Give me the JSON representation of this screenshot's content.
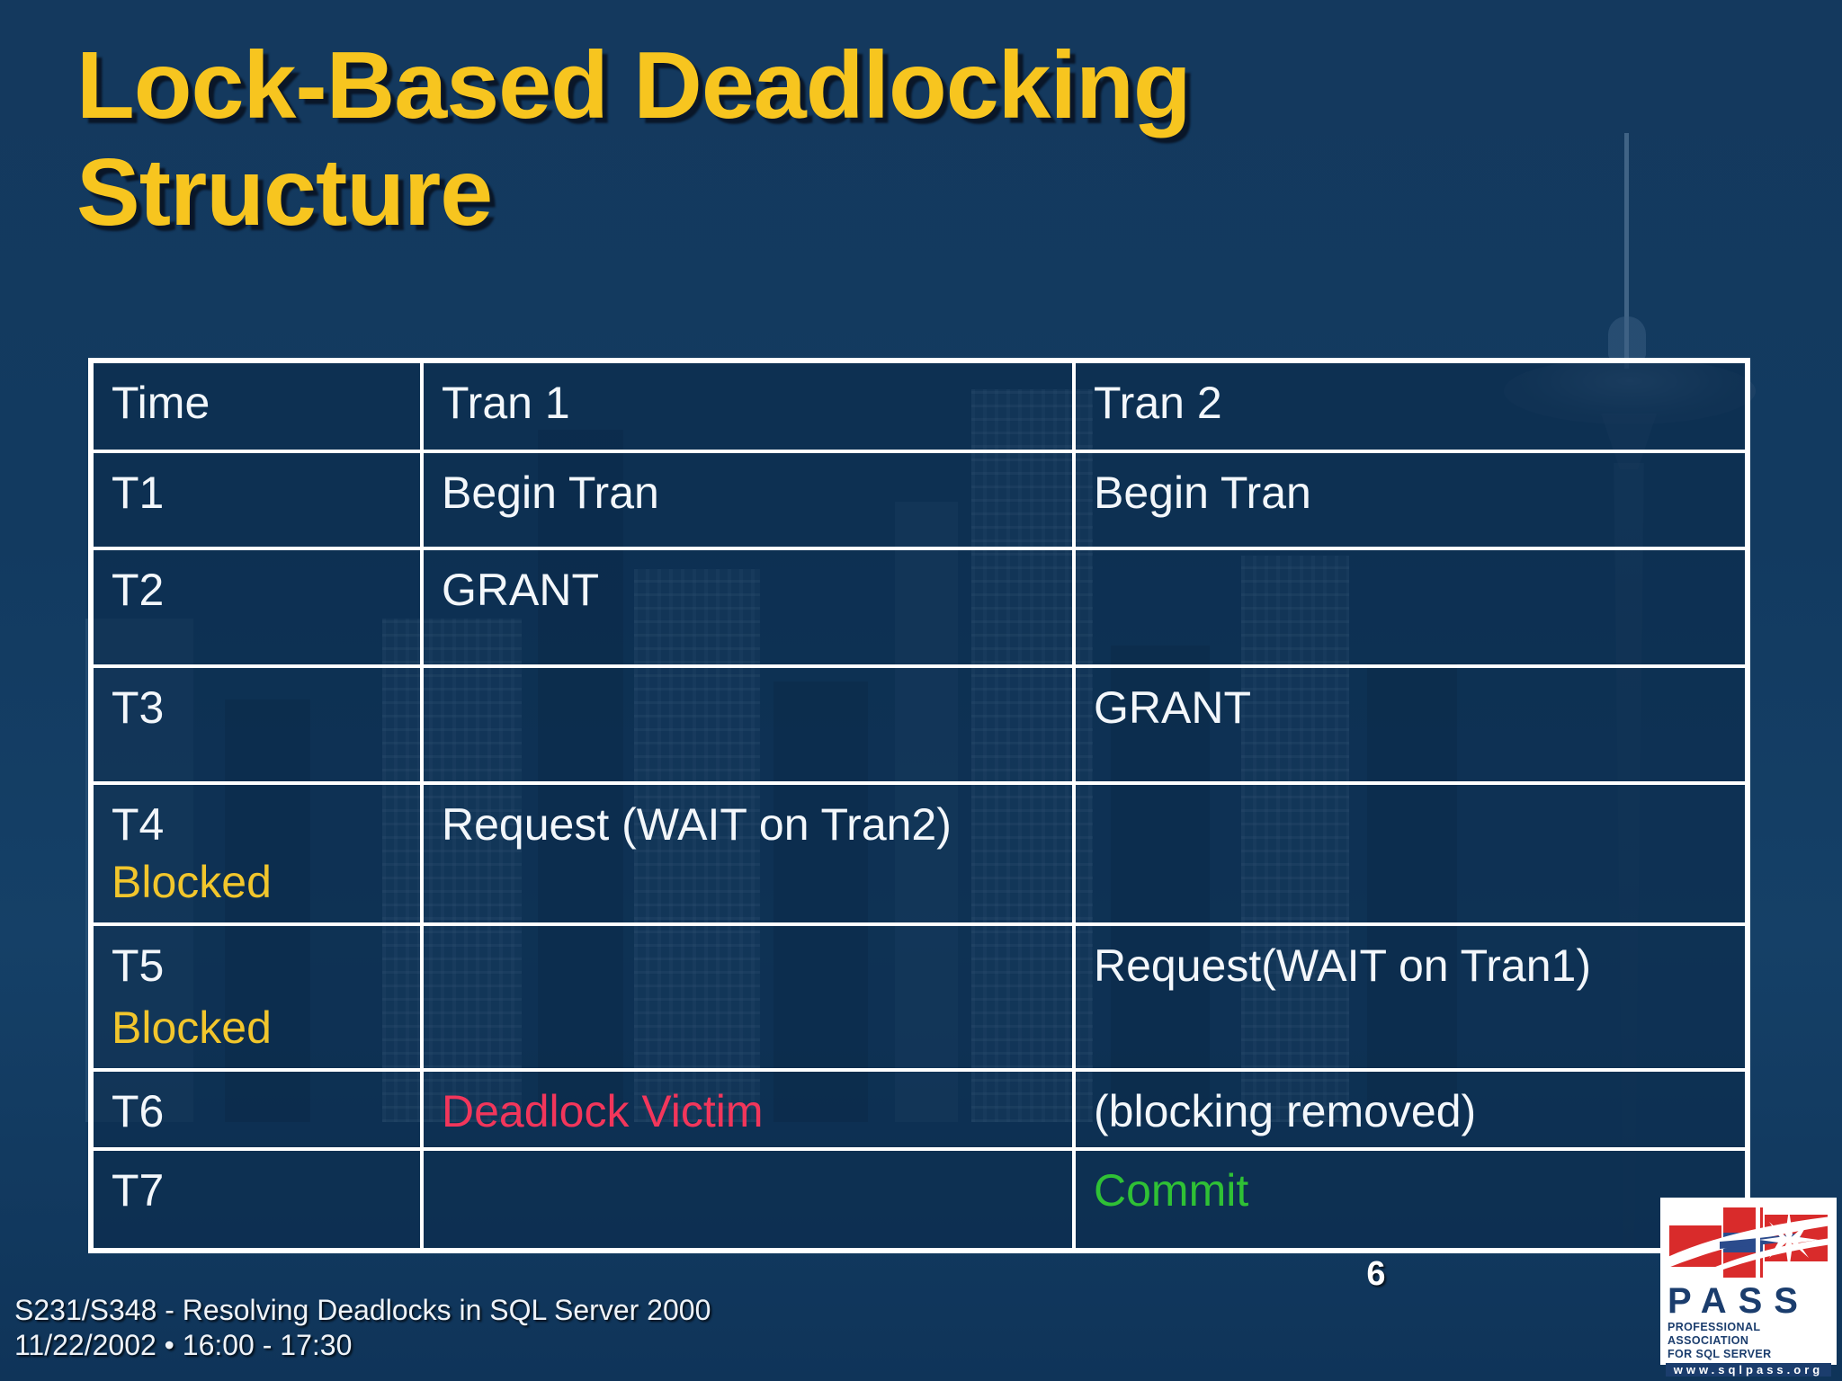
{
  "slide": {
    "title_line1": "Lock-Based Deadlocking",
    "title_line2": "Structure",
    "page_number": "6",
    "footer_line1": "S231/S348 - Resolving Deadlocks in SQL Server 2000",
    "footer_line2": "11/22/2002 • 16:00 - 17:30"
  },
  "table": {
    "columns": [
      "Time",
      "Tran 1",
      "Tran 2"
    ],
    "rows": [
      {
        "time": "T1",
        "note": "",
        "tran1": "Begin Tran",
        "tran2": "Begin Tran"
      },
      {
        "time": "T2",
        "note": "",
        "tran1": "GRANT",
        "tran2": ""
      },
      {
        "time": "T3",
        "note": "",
        "tran1": "",
        "tran2": "GRANT"
      },
      {
        "time": "T4",
        "note": "Blocked",
        "tran1": "Request (WAIT on Tran2)",
        "tran2": ""
      },
      {
        "time": "T5",
        "note": "Blocked",
        "tran1": "",
        "tran2": "Request(WAIT on Tran1)"
      },
      {
        "time": "T6",
        "note": "",
        "tran1": "Deadlock Victim",
        "tran2": "(blocking removed)"
      },
      {
        "time": "T7",
        "note": "",
        "tran1": "",
        "tran2": "Commit"
      }
    ]
  },
  "logo": {
    "name": "PASS",
    "tagline_line1": "PROFESSIONAL ASSOCIATION",
    "tagline_line2": "FOR SQL SERVER",
    "url": "www.sqlpass.org"
  },
  "colors": {
    "background": "#123A60",
    "title_gold": "#F7C51F",
    "blocked_gold": "#F2C62C",
    "victim_red": "#F2365B",
    "commit_green": "#2FC135",
    "table_border": "#FFFFFF",
    "cell_fill": "#0B2C4D",
    "logo_navy": "#1B3D6D",
    "logo_red": "#D92B2B"
  }
}
